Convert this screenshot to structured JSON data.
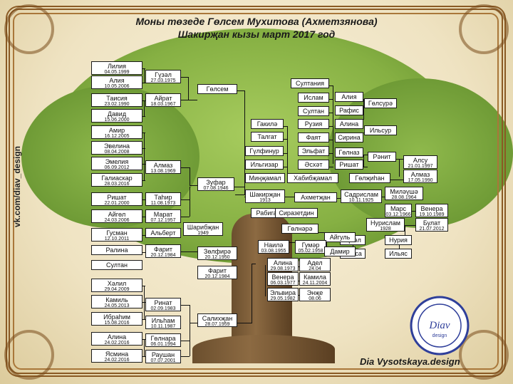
{
  "title": {
    "line1": "Моны төзеде Гөлсем Мухитова (Ахметзянова)",
    "line2": "Шакирҗан кызы март 2017 год"
  },
  "side_text": "vk.com/diav_design",
  "brand": "Dia Vysotskaya.design",
  "logo_text": "Diav",
  "logo_sub": "design",
  "people": [
    {
      "id": "liliya",
      "name": "Лилия",
      "date": "04.05.1999"
    },
    {
      "id": "aliya1",
      "name": "Алия",
      "date": "10.05.2006"
    },
    {
      "id": "guzel1",
      "name": "Гүзәл",
      "date": "27.03.1975"
    },
    {
      "id": "taisya",
      "name": "Таисия",
      "date": "23.02.1990"
    },
    {
      "id": "david",
      "name": "Давид",
      "date": "15.06.2000"
    },
    {
      "id": "airat",
      "name": "Айрат",
      "date": "18.03.1967"
    },
    {
      "id": "gulsem",
      "name": "Гөлсем",
      "date": ""
    },
    {
      "id": "amir",
      "name": "Амир",
      "date": "16.12.2005"
    },
    {
      "id": "evelina",
      "name": "Эвелина",
      "date": "08.04.2008"
    },
    {
      "id": "emeliya",
      "name": "Эмелия",
      "date": "06.09.2012"
    },
    {
      "id": "galiaskar",
      "name": "Галиаскар",
      "date": "28.03.2016"
    },
    {
      "id": "almaz1",
      "name": "Алмаз",
      "date": "13.08.1969"
    },
    {
      "id": "zufar",
      "name": "Зуфар",
      "date": "07.08.1946"
    },
    {
      "id": "rishat1",
      "name": "Ришат",
      "date": "22.01.2000"
    },
    {
      "id": "tagir",
      "name": "Таһир",
      "date": "11.08.1973"
    },
    {
      "id": "aigul1",
      "name": "Айгөл",
      "date": "24.03.2006"
    },
    {
      "id": "marat",
      "name": "Марат",
      "date": "07.12.1957"
    },
    {
      "id": "gusman",
      "name": "Гусман",
      "date": "12.10.2011"
    },
    {
      "id": "albert",
      "name": "Альберт",
      "date": ""
    },
    {
      "id": "sharibzhan",
      "name": "Шарибҗан",
      "date": "1949"
    },
    {
      "id": "ralina",
      "name": "Ралина",
      "date": ""
    },
    {
      "id": "farit1",
      "name": "Фарит",
      "date": "20.12.1984"
    },
    {
      "id": "zelfire",
      "name": "Зөлфирә",
      "date": "20.12.1950"
    },
    {
      "id": "sultan1",
      "name": "Султан",
      "date": ""
    },
    {
      "id": "farit2",
      "name": "Фарит",
      "date": "20.12.1984"
    },
    {
      "id": "khalil",
      "name": "Хәлил",
      "date": "29.04.2009"
    },
    {
      "id": "kamil",
      "name": "Камиль",
      "date": "24.05.2013"
    },
    {
      "id": "rinat",
      "name": "Ринат",
      "date": "02.09.1983"
    },
    {
      "id": "ibragim",
      "name": "Ибраһим",
      "date": "15.08.2016"
    },
    {
      "id": "ilkham",
      "name": "Ильһам",
      "date": "10.11.1987"
    },
    {
      "id": "salikhzhan",
      "name": "Салихҗан",
      "date": "28.07.1959"
    },
    {
      "id": "alina1",
      "name": "Алина",
      "date": "24.02.2016"
    },
    {
      "id": "gulnara",
      "name": "Гөлнара",
      "date": "06.01.1994"
    },
    {
      "id": "yasmina",
      "name": "Ясмина",
      "date": "24.02.2016"
    },
    {
      "id": "raushan",
      "name": "Раушан",
      "date": "07.07.2001"
    },
    {
      "id": "sultaniya",
      "name": "Султания",
      "date": ""
    },
    {
      "id": "islam",
      "name": "Ислам",
      "date": ""
    },
    {
      "id": "sultan2",
      "name": "Султан",
      "date": ""
    },
    {
      "id": "ruziya",
      "name": "Рузия",
      "date": ""
    },
    {
      "id": "gakile",
      "name": "Гакилә",
      "date": ""
    },
    {
      "id": "fayat",
      "name": "Фаят",
      "date": ""
    },
    {
      "id": "talgat",
      "name": "Талгат",
      "date": ""
    },
    {
      "id": "elfat",
      "name": "Эльфат",
      "date": ""
    },
    {
      "id": "gulfinur",
      "name": "Гүлфинур",
      "date": ""
    },
    {
      "id": "askhat",
      "name": "Әсхәт",
      "date": ""
    },
    {
      "id": "ilgizar",
      "name": "Ильгизар",
      "date": ""
    },
    {
      "id": "mingamal",
      "name": "Миңҗамал",
      "date": ""
    },
    {
      "id": "khabibzhamal",
      "name": "Хабибҗамал",
      "date": ""
    },
    {
      "id": "shakirzhan",
      "name": "Шакирҗан",
      "date": "1913"
    },
    {
      "id": "akhmetzhan",
      "name": "Ахметҗан",
      "date": ""
    },
    {
      "id": "rabiga",
      "name": "Рабига",
      "date": ""
    },
    {
      "id": "sirazetdin",
      "name": "Сиразетдин",
      "date": ""
    },
    {
      "id": "aliya2",
      "name": "Алия",
      "date": ""
    },
    {
      "id": "rafis",
      "name": "Рафис",
      "date": ""
    },
    {
      "id": "gulsure",
      "name": "Гөлсүрә",
      "date": ""
    },
    {
      "id": "alina2",
      "name": "Алина",
      "date": ""
    },
    {
      "id": "ilsur",
      "name": "Ильсур",
      "date": ""
    },
    {
      "id": "sirina",
      "name": "Сирина",
      "date": ""
    },
    {
      "id": "gulnaz",
      "name": "Гөлназ",
      "date": ""
    },
    {
      "id": "renit",
      "name": "Рәнит",
      "date": ""
    },
    {
      "id": "rishat2",
      "name": "Ришат",
      "date": ""
    },
    {
      "id": "alsu",
      "name": "Алсу",
      "date": "21.01.1997"
    },
    {
      "id": "gulzhikhan",
      "name": "Гөлҗиһан",
      "date": ""
    },
    {
      "id": "almaz2",
      "name": "Алмаз",
      "date": "17.05.1990"
    },
    {
      "id": "sadrislam",
      "name": "Садрислам",
      "date": "10.11.1925"
    },
    {
      "id": "milyushe",
      "name": "Миләүшә",
      "date": "28.08.1964"
    },
    {
      "id": "mars",
      "name": "Марс",
      "date": "03.12.1966"
    },
    {
      "id": "venera1",
      "name": "Венера",
      "date": "19.10.1989"
    },
    {
      "id": "nurislam",
      "name": "Нурислам",
      "date": "1928"
    },
    {
      "id": "bulat",
      "name": "Булат",
      "date": "21.07.2012"
    },
    {
      "id": "guzel2",
      "name": "Гүзәл",
      "date": ""
    },
    {
      "id": "nuriya",
      "name": "Нурия",
      "date": ""
    },
    {
      "id": "alisa",
      "name": "Алиса",
      "date": ""
    },
    {
      "id": "ilyas",
      "name": "Ильяс",
      "date": ""
    },
    {
      "id": "gulnera",
      "name": "Гөлнәрә",
      "date": ""
    },
    {
      "id": "aigul2",
      "name": "Айгуль",
      "date": ""
    },
    {
      "id": "naile",
      "name": "Наилә",
      "date": "03.08.1955"
    },
    {
      "id": "gumer",
      "name": "Гумәр",
      "date": "05.02.1958"
    },
    {
      "id": "damir",
      "name": "Дамир",
      "date": ""
    },
    {
      "id": "alina3",
      "name": "Алина",
      "date": "29.08.1973"
    },
    {
      "id": "adel",
      "name": "Адел",
      "date": "24.04"
    },
    {
      "id": "venera2",
      "name": "Венера",
      "date": "06.03.1977"
    },
    {
      "id": "kamila",
      "name": "Камила",
      "date": "24.11.2004"
    },
    {
      "id": "elvira",
      "name": "Эльвира",
      "date": "29.05.1982"
    },
    {
      "id": "enzhe",
      "name": "Энҗе",
      "date": "08.06"
    }
  ],
  "colors": {
    "frame": "#8a5a24",
    "leaf_light": "#9cc256",
    "leaf_dark": "#5f8f2c",
    "trunk": "#6b4f2e",
    "background": "#efe3c2",
    "box_border": "#1b1b1b",
    "logo": "#2f3f9a"
  }
}
